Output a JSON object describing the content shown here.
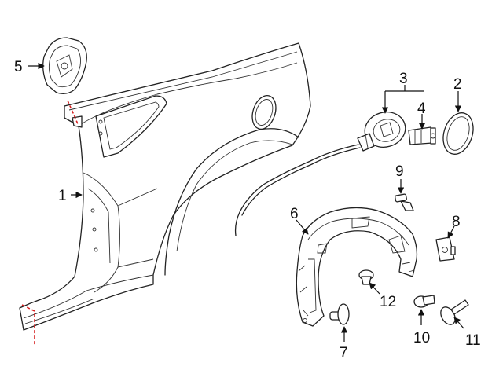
{
  "callouts": [
    {
      "id": "c1",
      "label": "1"
    },
    {
      "id": "c2",
      "label": "2"
    },
    {
      "id": "c3",
      "label": "3"
    },
    {
      "id": "c4",
      "label": "4"
    },
    {
      "id": "c5",
      "label": "5"
    },
    {
      "id": "c6",
      "label": "6"
    },
    {
      "id": "c7",
      "label": "7"
    },
    {
      "id": "c8",
      "label": "8"
    },
    {
      "id": "c9",
      "label": "9"
    },
    {
      "id": "c10",
      "label": "10"
    },
    {
      "id": "c11",
      "label": "11"
    },
    {
      "id": "c12",
      "label": "12"
    }
  ],
  "colors": {
    "line": "#222222",
    "cut_line": "#d62020",
    "background": "#ffffff"
  }
}
